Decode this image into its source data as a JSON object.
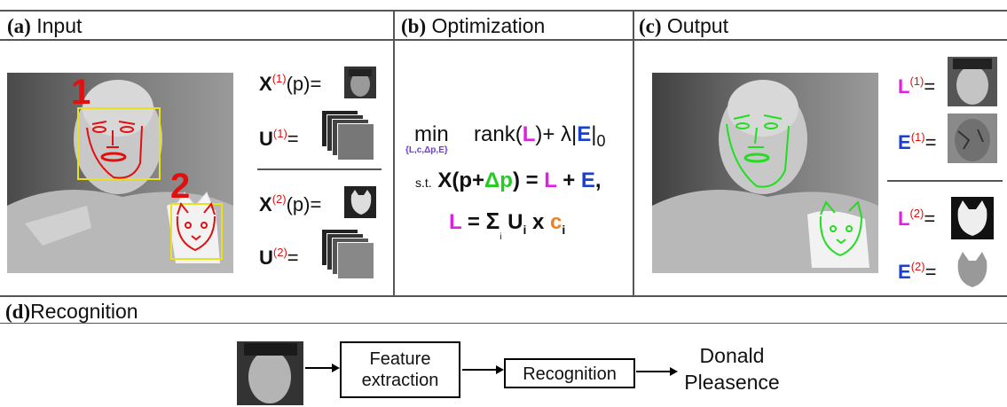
{
  "panels": {
    "a": {
      "letter": "(a)",
      "title": "Input"
    },
    "b": {
      "letter": "(b)",
      "title": "Optimization"
    },
    "c": {
      "letter": "(c)",
      "title": "Output"
    },
    "d": {
      "letter": "(d)",
      "title": "Recognition"
    }
  },
  "input": {
    "marker_1": "1",
    "marker_2": "2",
    "x1": {
      "sym": "X",
      "idx": "(1)",
      "arg": "(p)="
    },
    "u1": {
      "sym": "U",
      "idx": "(1)",
      "eq": "="
    },
    "x2": {
      "sym": "X",
      "idx": "(2)",
      "arg": "(p)="
    },
    "u2": {
      "sym": "U",
      "idx": "(2)",
      "eq": "="
    }
  },
  "optimization": {
    "min": "min",
    "min_sub": "{L,c,Δp,E}",
    "rank": "rank(",
    "L": "L",
    "plus_lambda": ")+ λ|",
    "E": "E",
    "norm": "|",
    "zero": "0",
    "st": "s.t.",
    "constraint_lhs": "X(p+",
    "dp": "Δp",
    "constraint_mid": ") = ",
    "constraint_plus": " + ",
    "constraint_end": ",",
    "sum_eq": " = ",
    "sigma": "Σ",
    "sum_sub": "i",
    "U": "U",
    "U_sub": "i",
    "times": " x ",
    "c": "c",
    "c_sub": "i"
  },
  "output": {
    "l1": {
      "sym": "L",
      "idx": "(1)",
      "eq": "="
    },
    "e1": {
      "sym": "E",
      "idx": "(1)",
      "eq": "="
    },
    "l2": {
      "sym": "L",
      "idx": "(2)",
      "eq": "="
    },
    "e2": {
      "sym": "E",
      "idx": "(2)",
      "eq": "="
    }
  },
  "recognition": {
    "feature_box": "Feature extraction",
    "recognition_box": "Recognition",
    "result": "Donald Pleasence"
  },
  "colors": {
    "landmark_input": "#e01010",
    "landmark_output": "#22dd22",
    "bbox": "#e8e020",
    "L": "#e020e0",
    "E": "#1a3fd1",
    "index": "#d11"
  }
}
